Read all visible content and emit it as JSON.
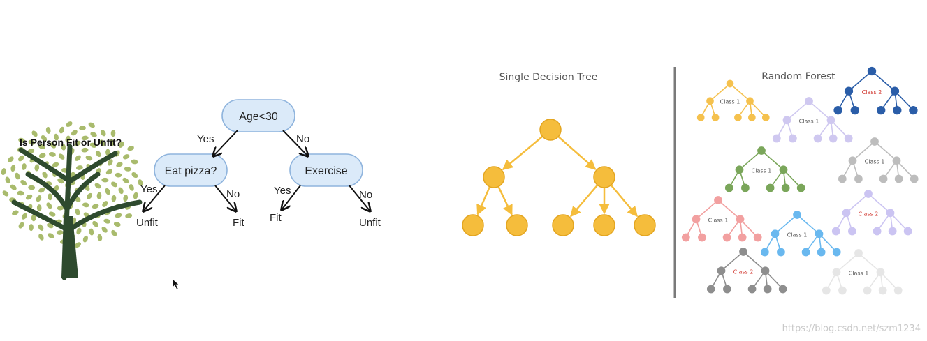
{
  "left_tree": {
    "title": "Is Person Fit or Unfit?",
    "root": "Age<30",
    "left_node": "Eat pizza?",
    "right_node": "Exercise",
    "edges": {
      "root_left": "Yes",
      "root_right": "No",
      "left_left": "Yes",
      "left_right": "No",
      "right_left": "Yes",
      "right_right": "No"
    },
    "leaves": [
      "Unfit",
      "Fit",
      "Fit",
      "Unfit"
    ],
    "colors": {
      "node_fill": "#dbeaf9",
      "node_stroke": "#8fb4dd",
      "tree_trunk": "#2e4a2e",
      "leaf": "#a9bb6d"
    }
  },
  "single_tree": {
    "title": "Single Decision Tree",
    "color": "#f5bd3c"
  },
  "forest": {
    "title": "Random Forest",
    "trees": [
      {
        "color": "#f5c14d",
        "label": "Class 1"
      },
      {
        "color": "#2a5da8",
        "label": "Class 2"
      },
      {
        "color": "#cfc8f0",
        "label": "Class 1"
      },
      {
        "color": "#7aa65a",
        "label": "Class 1"
      },
      {
        "color": "#bdbdbd",
        "label": "Class 1"
      },
      {
        "color": "#f2a0a0",
        "label": "Class 1"
      },
      {
        "color": "#cbc4f2",
        "label": "Class 2"
      },
      {
        "color": "#69b8ef",
        "label": "Class 1"
      },
      {
        "color": "#8e8e8e",
        "label": "Class 2"
      },
      {
        "color": "#e6e6e6",
        "label": "Class 1"
      }
    ]
  },
  "watermark": "https://blog.csdn.net/szm1234"
}
